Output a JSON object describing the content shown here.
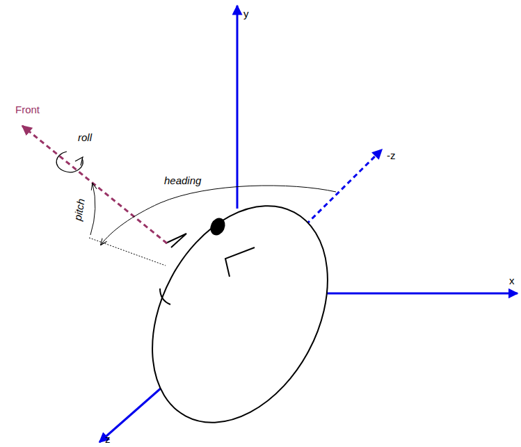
{
  "diagram": {
    "labels": [
      "y",
      "-z",
      "x",
      "z",
      "Front",
      "roll",
      "pitch",
      "heading"
    ]
  }
}
